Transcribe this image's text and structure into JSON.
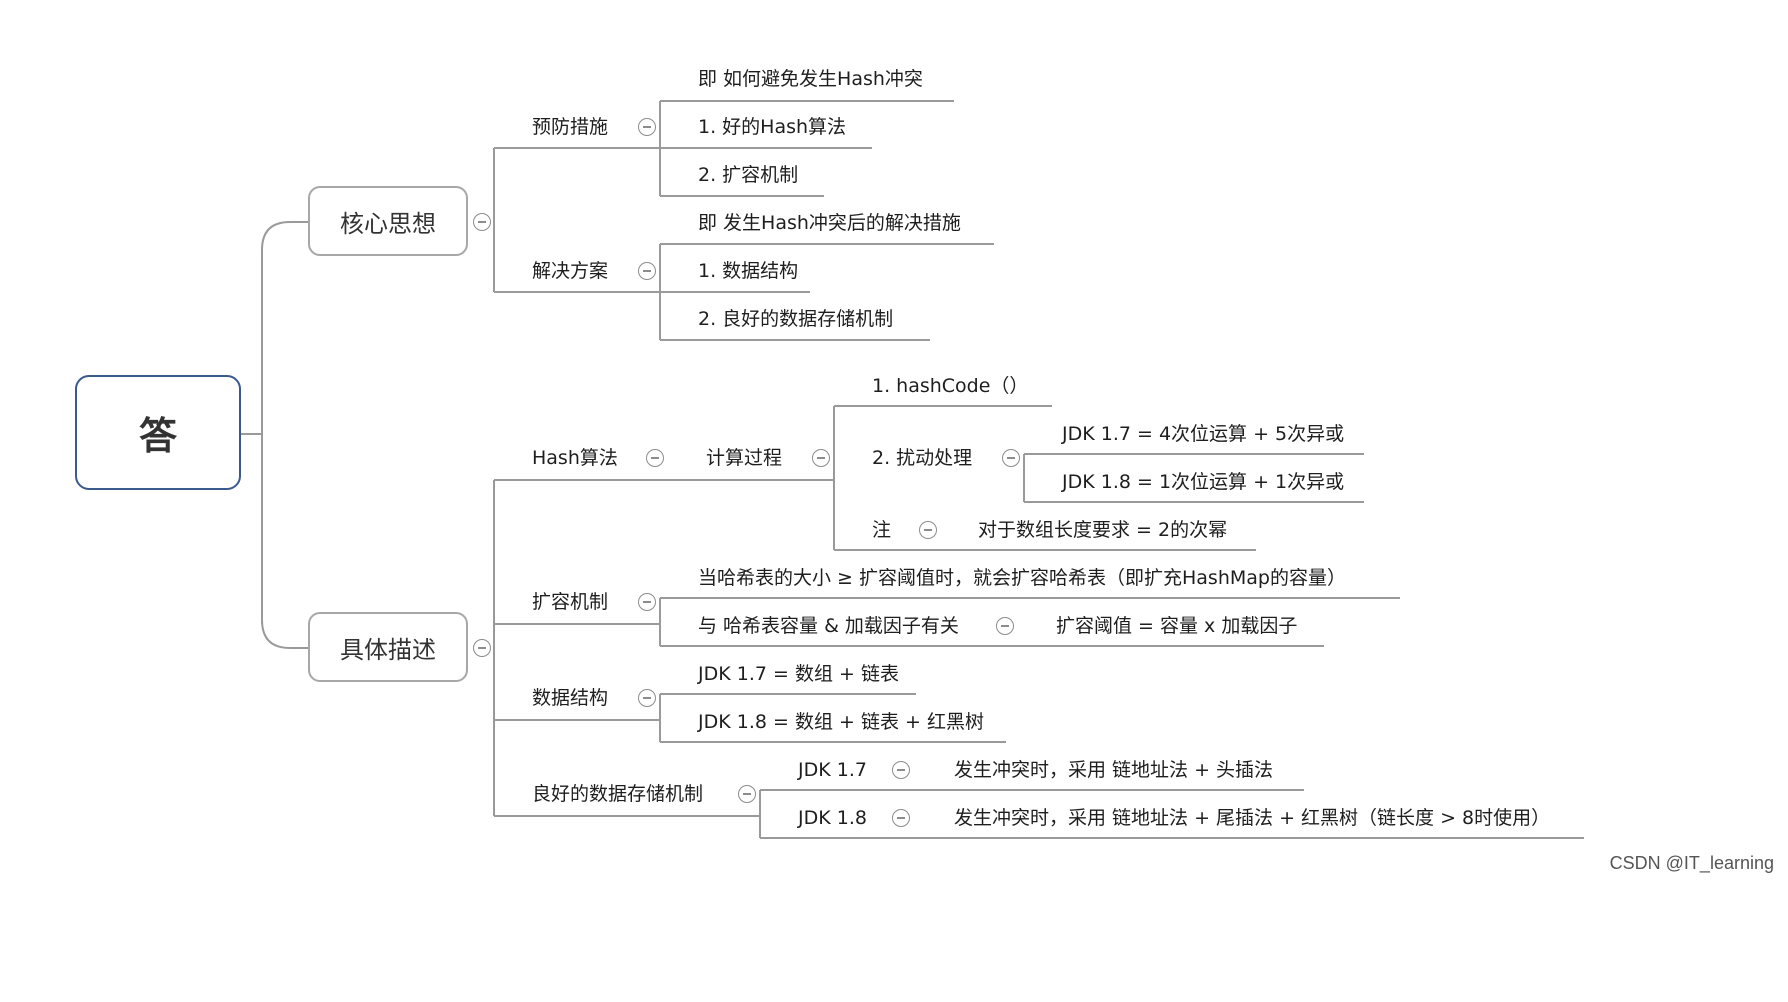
{
  "root": "答",
  "core": {
    "label": "核心思想",
    "prevention": {
      "label": "预防措施",
      "items": [
        "即 如何避免发生Hash冲突",
        "1. 好的Hash算法",
        "2. 扩容机制"
      ]
    },
    "solution": {
      "label": "解决方案",
      "items": [
        "即 发生Hash冲突后的解决措施",
        "1. 数据结构",
        "2. 良好的数据存储机制"
      ]
    }
  },
  "detail": {
    "label": "具体描述",
    "hash": {
      "label": "Hash算法",
      "calc": "计算过程",
      "step1": "1. hashCode（）",
      "step2": "2. 扰动处理",
      "jdk17": "JDK 1.7 = 4次位运算 + 5次异或",
      "jdk18": "JDK 1.8 = 1次位运算 + 1次异或",
      "note": "注",
      "note_text": "对于数组长度要求 = 2的次幂"
    },
    "resize": {
      "label": "扩容机制",
      "when": "当哈希表的大小 ≥ 扩容阈值时，就会扩容哈希表（即扩充HashMap的容量）",
      "related": "与 哈希表容量 & 加载因子有关",
      "threshold": "扩容阈值 = 容量 x 加载因子"
    },
    "structure": {
      "label": "数据结构",
      "jdk17": "JDK 1.7 = 数组 + 链表",
      "jdk18": "JDK 1.8 =  数组 + 链表 + 红黑树"
    },
    "storage": {
      "label": "良好的数据存储机制",
      "jdk17": "JDK 1.7",
      "jdk17_text": "发生冲突时，采用 链地址法 + 头插法",
      "jdk18": "JDK 1.8",
      "jdk18_text": "发生冲突时，采用 链地址法 + 尾插法 + 红黑树（链长度 > 8时使用）"
    }
  },
  "watermark": "CSDN @IT_learning",
  "colors": {
    "line": "#9a9a9a",
    "root_border": "#3b5a8c",
    "box_border": "#a7a7a7"
  }
}
